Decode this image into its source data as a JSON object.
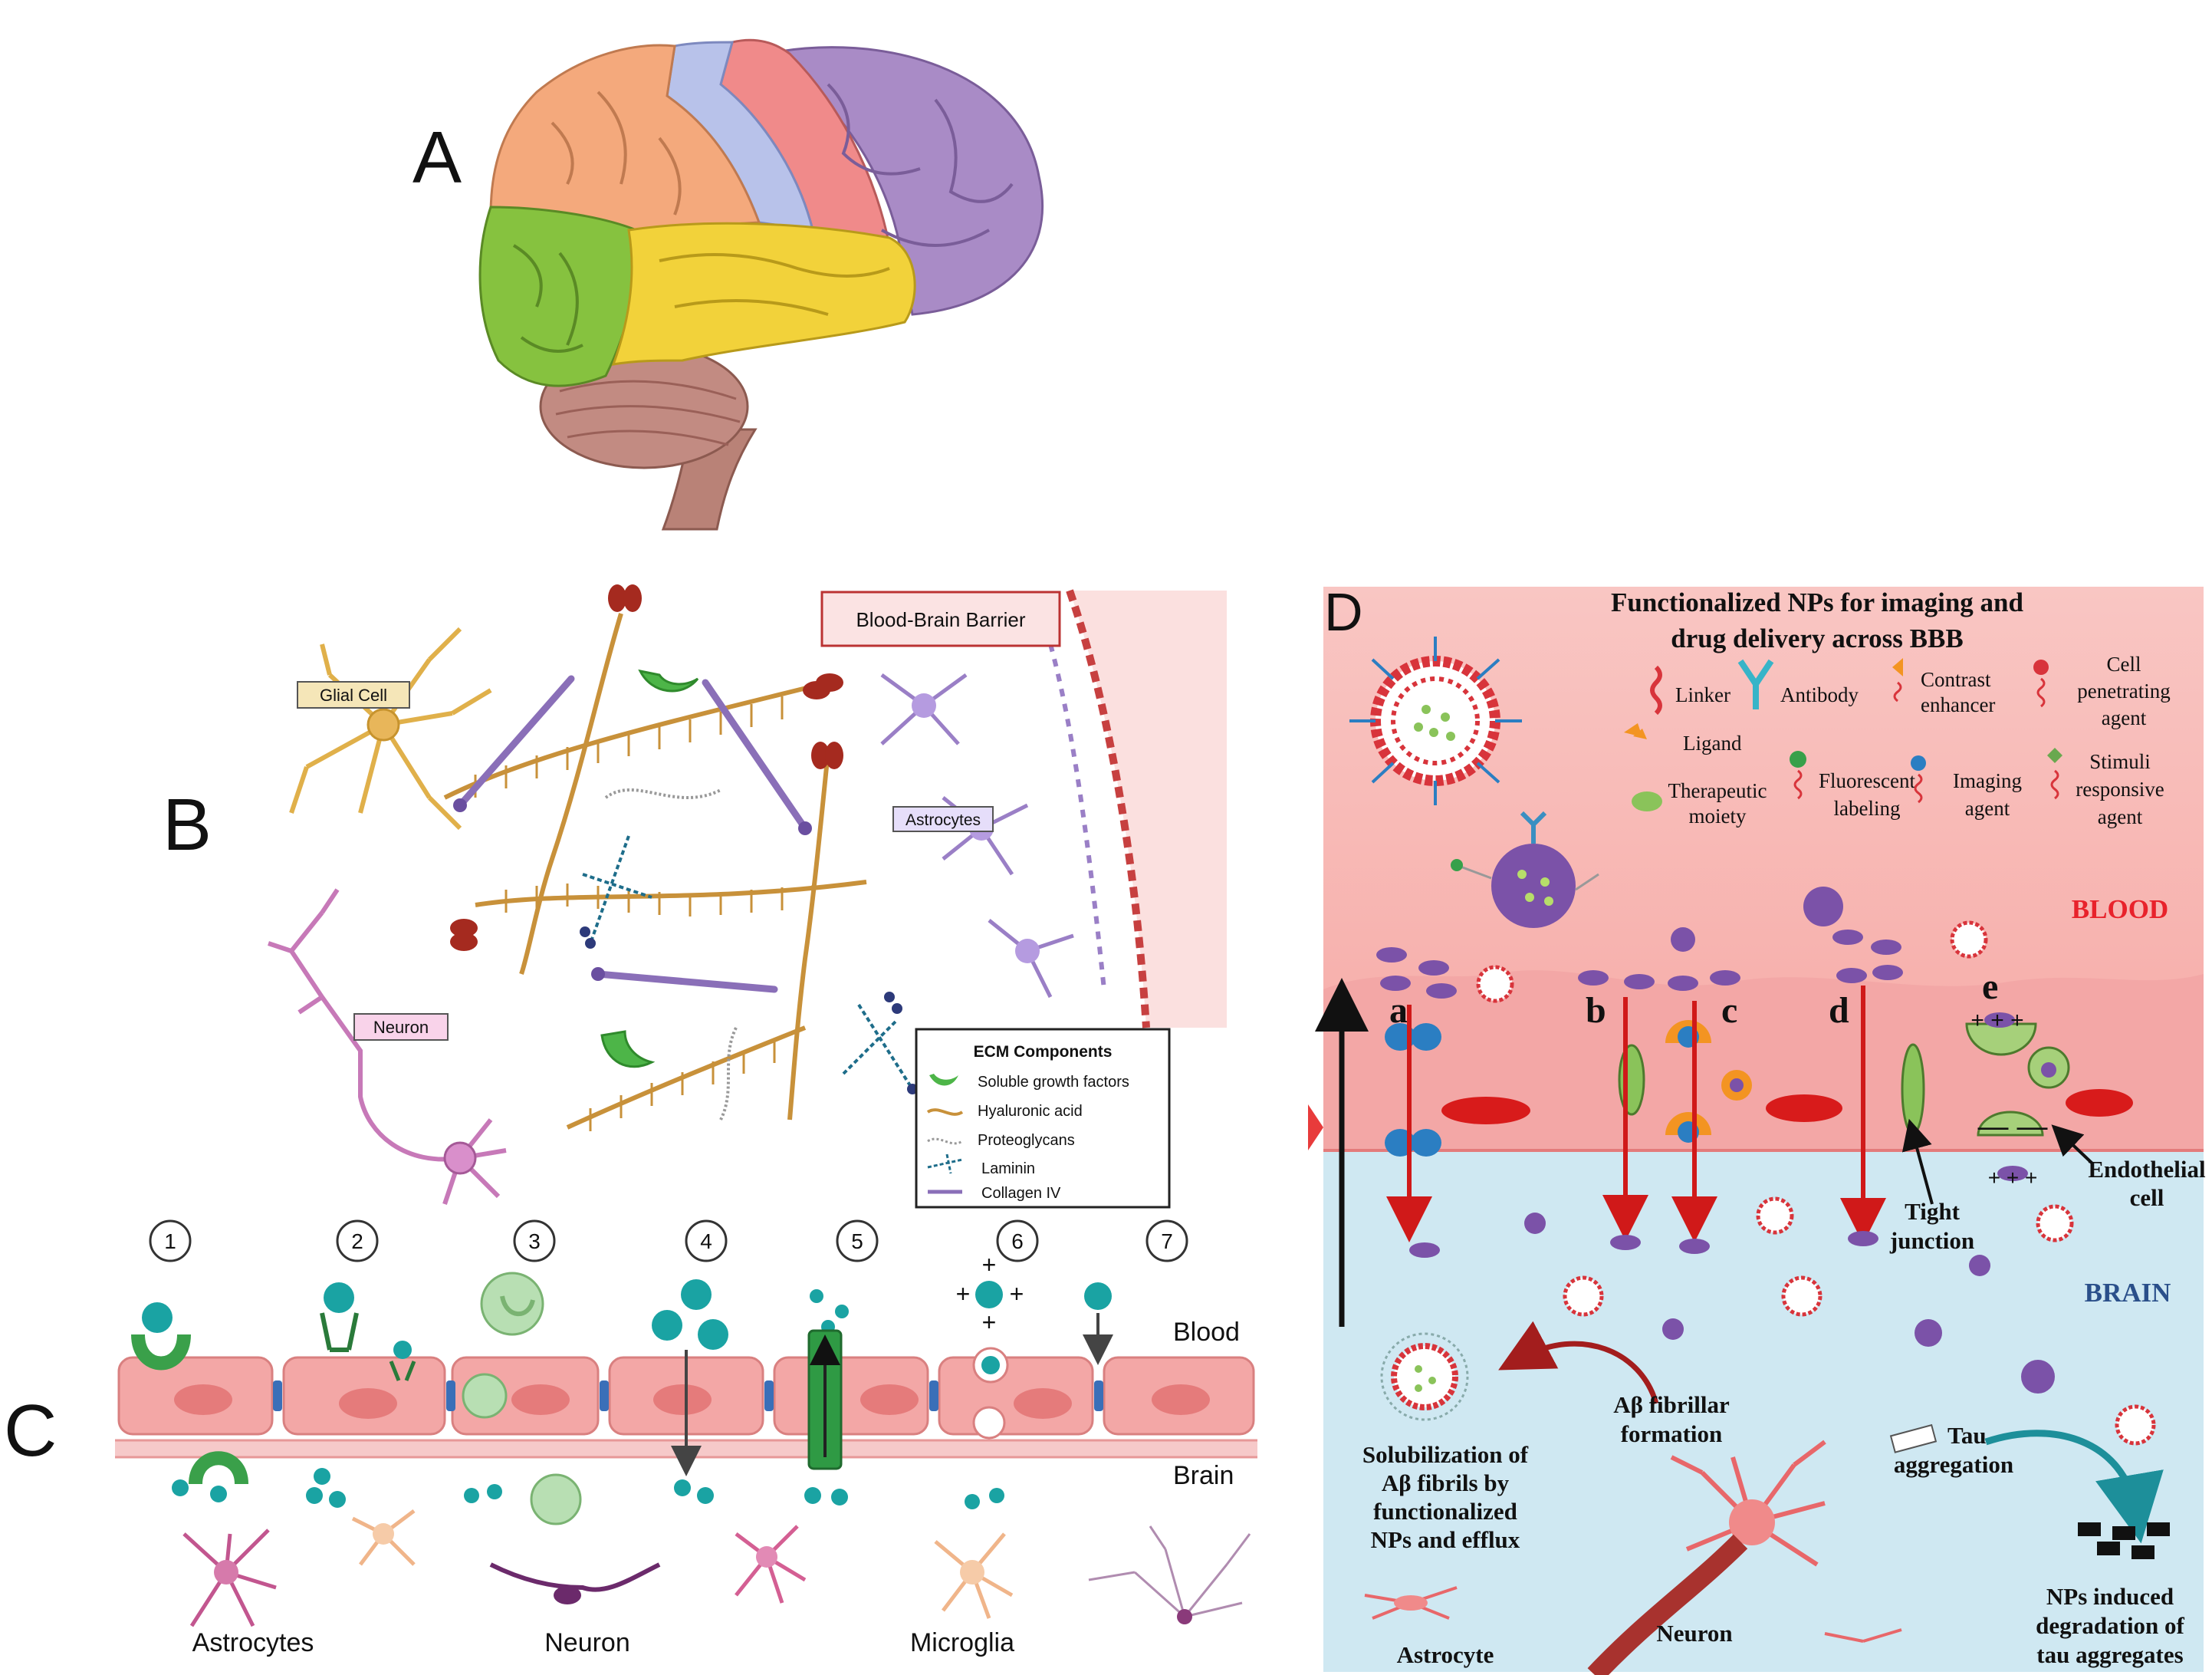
{
  "panel_labels": {
    "a": "A",
    "b": "B",
    "c": "C",
    "d": "D"
  },
  "panel_b": {
    "glial_cell": "Glial Cell",
    "neuron": "Neuron",
    "bbb": "Blood-Brain Barrier",
    "astrocytes": "Astrocytes",
    "legend_title": "ECM Components",
    "legend_items": [
      "Soluble growth factors",
      "Hyaluronic acid",
      "Proteoglycans",
      "Laminin",
      "Collagen IV"
    ]
  },
  "panel_c": {
    "routes": [
      "1",
      "2",
      "3",
      "4",
      "5",
      "6",
      "7"
    ],
    "blood": "Blood",
    "brain": "Brain",
    "astrocytes": "Astrocytes",
    "neuron": "Neuron",
    "microglia": "Microglia"
  },
  "panel_d": {
    "title_line1": "Functionalized NPs for imaging and",
    "title_line2": "drug delivery across BBB",
    "legend": {
      "linker": "Linker",
      "antibody": "Antibody",
      "contrast_1": "Contrast",
      "contrast_2": "enhancer",
      "cell_1": "Cell",
      "cell_2": "penetrating",
      "cell_3": "agent",
      "ligand": "Ligand",
      "thera_1": "Therapeutic",
      "thera_2": "moiety",
      "fluor_1": "Fluorescent",
      "fluor_2": "labeling",
      "imaging_1": "Imaging",
      "imaging_2": "agent",
      "stimuli_1": "Stimuli",
      "stimuli_2": "responsive",
      "stimuli_3": "agent"
    },
    "blood": "BLOOD",
    "brain": "BRAIN",
    "routes": [
      "a",
      "b",
      "c",
      "d",
      "e"
    ],
    "tight_1": "Tight",
    "tight_2": "junction",
    "endo_1": "Endothelial",
    "endo_2": "cell",
    "abeta_1": "Aβ fibrillar",
    "abeta_2": "formation",
    "tau_1": "Tau",
    "tau_2": "aggregation",
    "solub_1": "Solubilization of",
    "solub_2": "Aβ fibrils by",
    "solub_3": "functionalized",
    "solub_4": "NPs and efflux",
    "nps_1": "NPs induced",
    "nps_2": "degradation of",
    "nps_3": "tau aggregates",
    "astrocyte": "Astrocyte",
    "neuron": "Neuron"
  },
  "colors": {
    "frontal": "#a98bc6",
    "parietal": "#f08a8a",
    "temporal": "#f2d23a",
    "occipital": "#86c23f",
    "blood_zone": "#f7b9b5",
    "brain_zone": "#cfe8f2",
    "endothelial": "#f3a7a6",
    "np_purple": "#7b52a8",
    "teal_particle": "#1aa3a3",
    "route_arrow": "#d01919"
  }
}
